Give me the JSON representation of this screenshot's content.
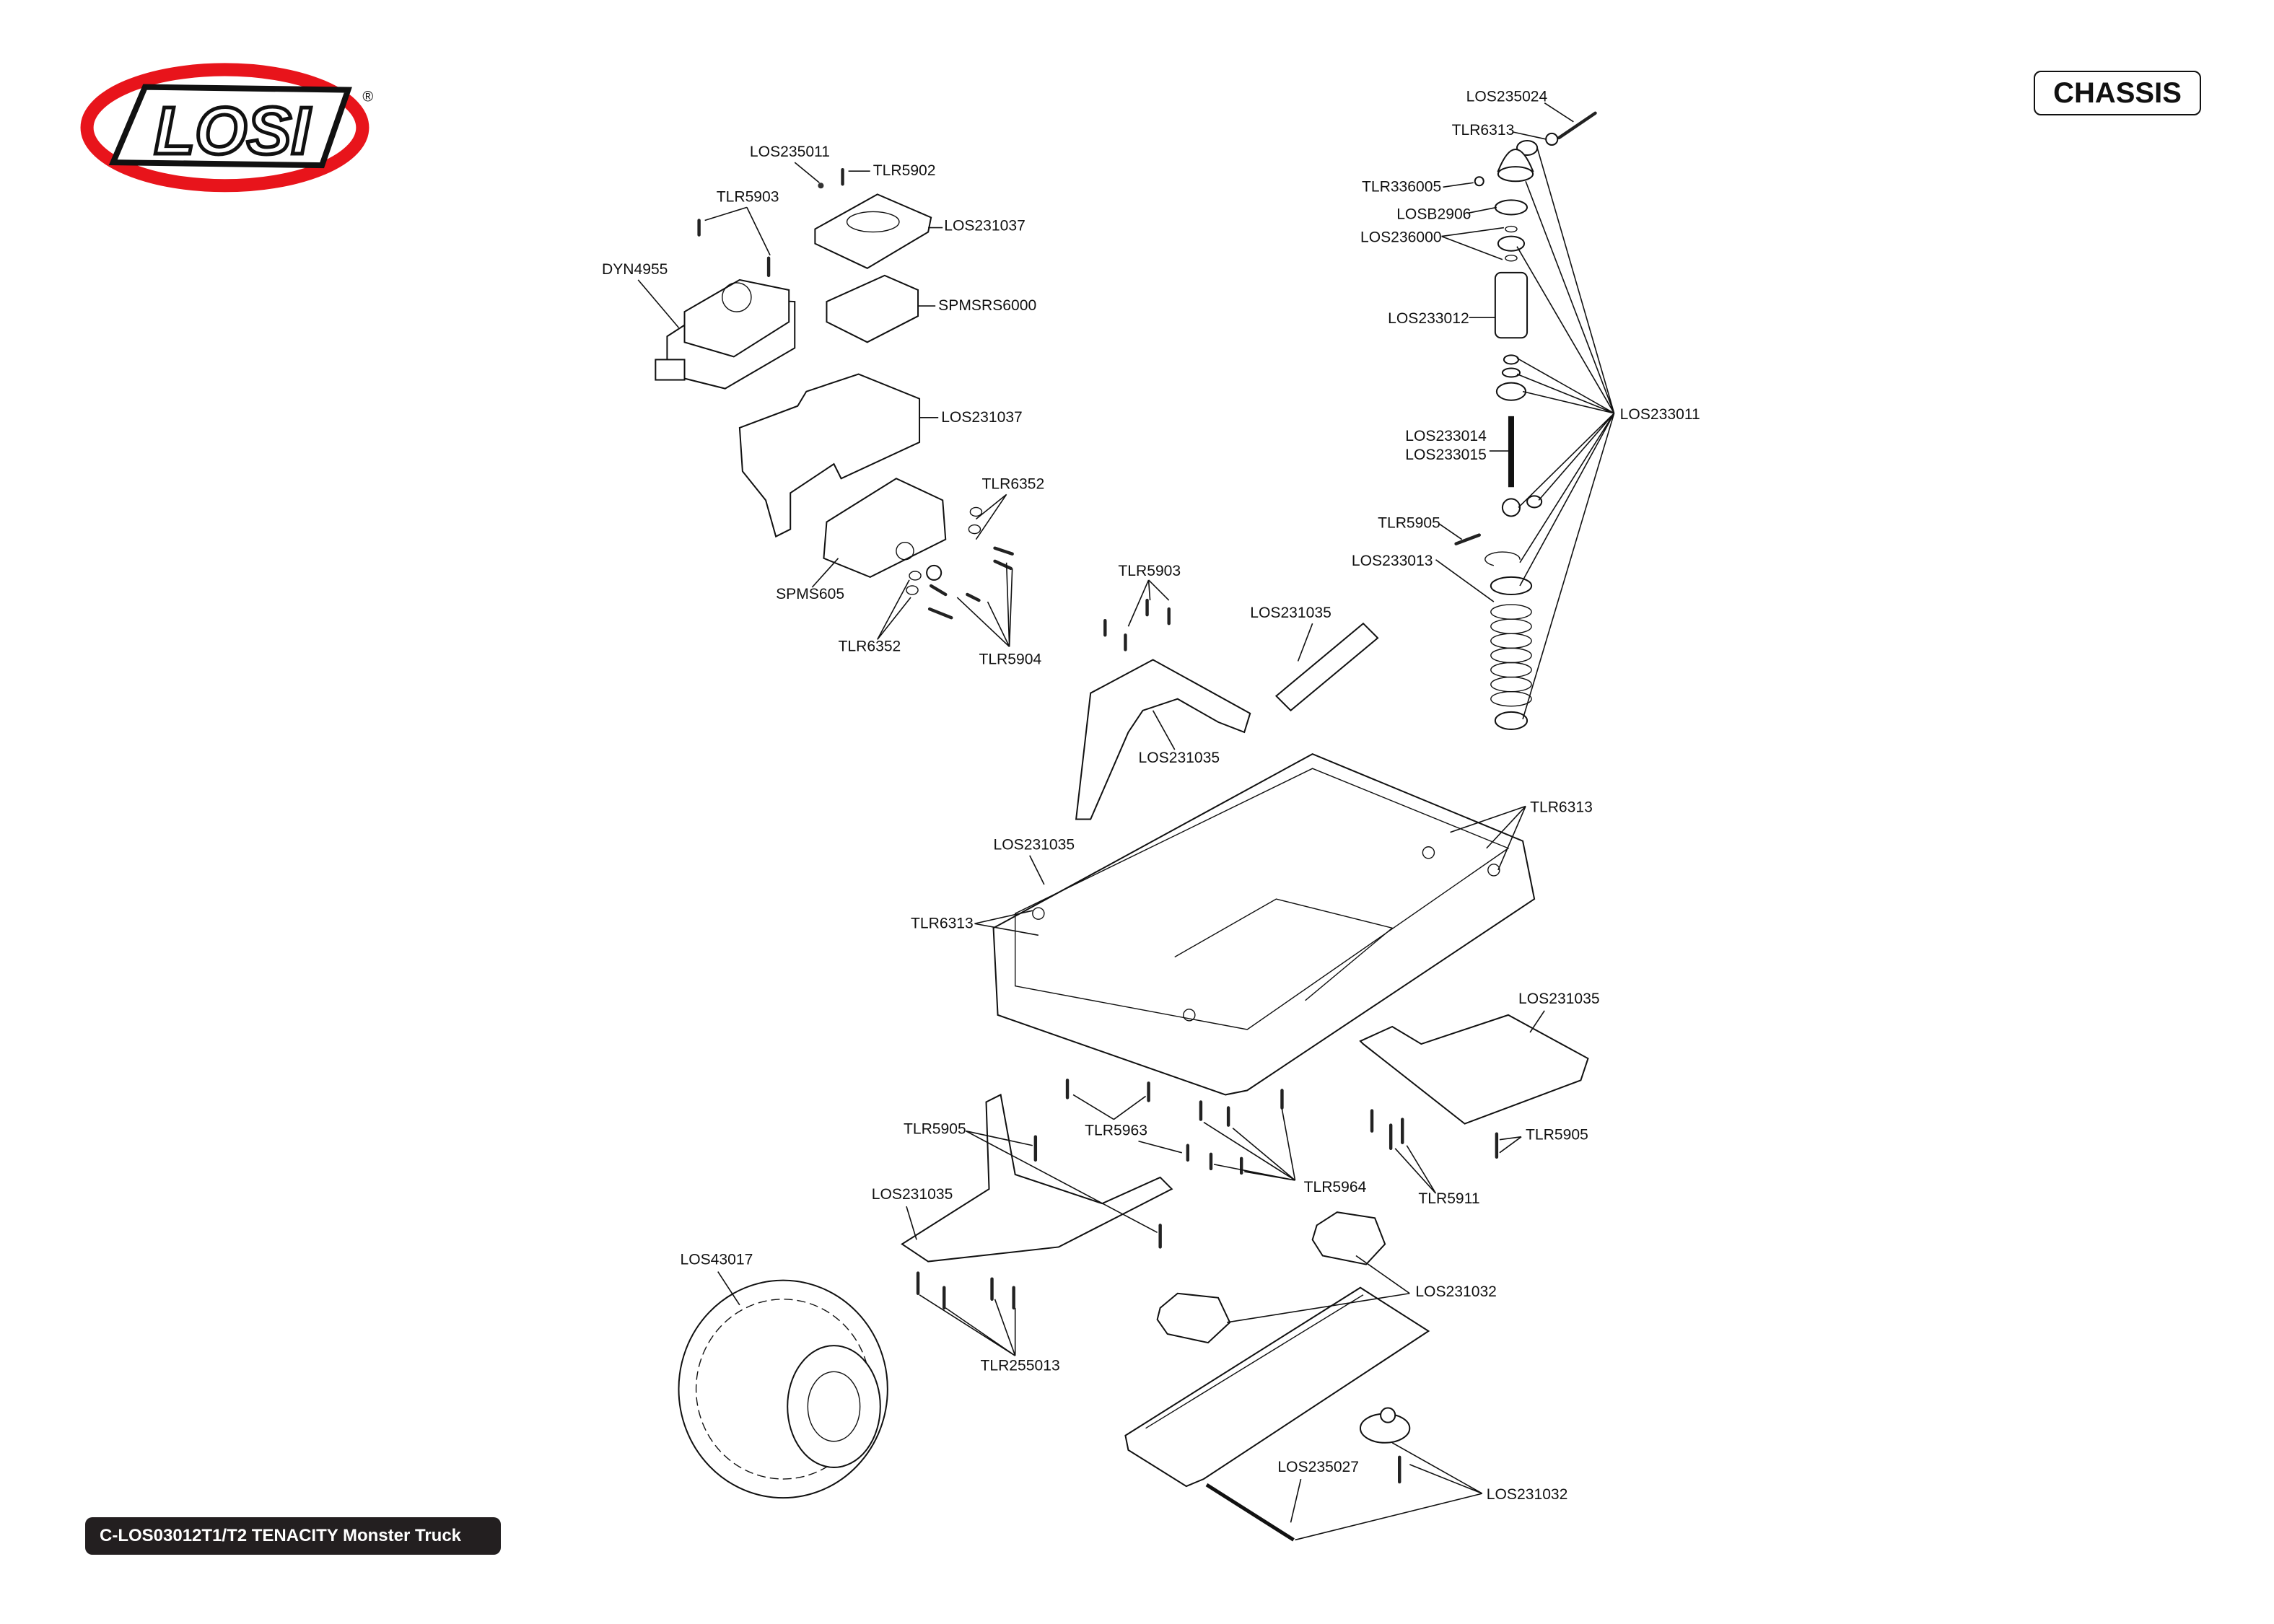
{
  "brand": {
    "logo_text": "LOSI",
    "registered": "®",
    "logo_color": "#e8141b"
  },
  "section_title": "CHASSIS",
  "footer": "C-LOS03012T1/T2 TENACITY Monster Truck",
  "labels": [
    "LOS235011",
    "TLR5902",
    "TLR5903",
    "LOS231037",
    "DYN4955",
    "SPMSRS6000",
    "LOS231037",
    "TLR6352",
    "SPMS605",
    "TLR6352",
    "TLR5904",
    "TLR5903",
    "LOS231035",
    "LOS231035",
    "LOS235024",
    "TLR6313",
    "TLR336005",
    "LOSB2906",
    "LOS236000",
    "LOS233012",
    "LOS233011",
    "LOS233014",
    "LOS233015",
    "TLR5905",
    "LOS233013",
    "TLR6313",
    "LOS231035",
    "TLR6313",
    "LOS231035",
    "TLR5905",
    "TLR5963",
    "TLR5905",
    "TLR5964",
    "TLR5911",
    "LOS231035",
    "LOS43017",
    "LOS231032",
    "TLR255013",
    "LOS235027",
    "LOS231032"
  ]
}
